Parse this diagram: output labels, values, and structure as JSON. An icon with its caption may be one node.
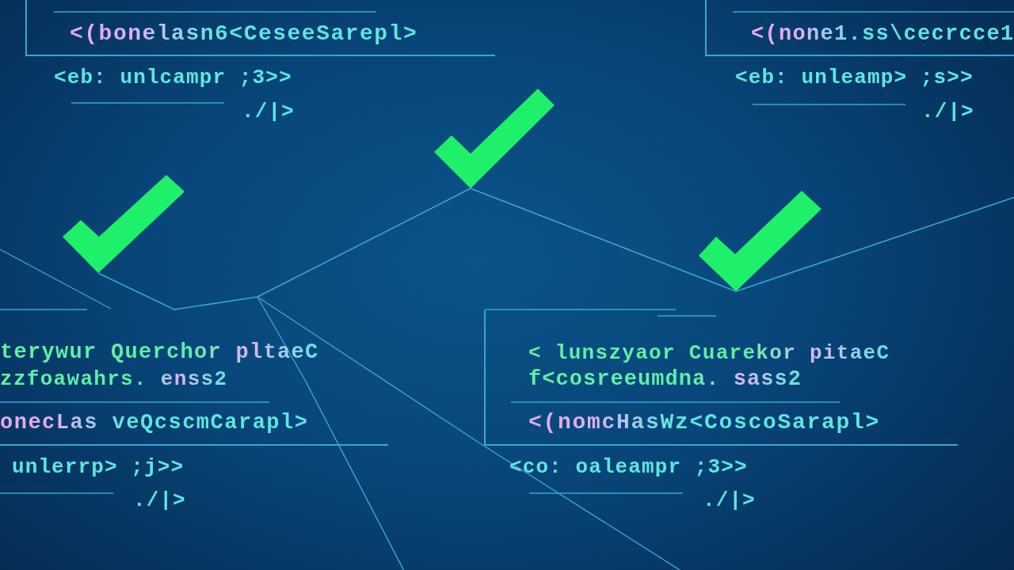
{
  "diagram": {
    "nodes": [
      {
        "text": [
          "<(bonelasn6<CeseeSarepl>"
        ]
      },
      {
        "text": [
          "<(none1.ss\\cecrcce1"
        ]
      },
      {
        "text": [],
        "shape": "checkmark"
      },
      {
        "text": [],
        "shape": "checkmark"
      },
      {
        "text": [],
        "shape": "checkmark"
      },
      {
        "text": [
          "terywur Querchor pltaeC",
          "zzfoawahrs. enss2",
          "onecLas veQcscmCarapl>"
        ]
      },
      {
        "text": [
          "< lunszyaor Cuarekor pitaeC",
          "f<cosreeumdna. sass2",
          "<(nomcHasWz<CoscoSarapl>"
        ]
      }
    ],
    "edges": [
      {
        "from": 2,
        "to": 3,
        "arrow": "none"
      },
      {
        "from": 3,
        "to": 4,
        "arrow": "none"
      },
      {
        "from": 4,
        "to": null,
        "arrow": "none"
      }
    ],
    "labels": [
      "<eb: unlcampr ;3>>",
      "<eb: unleamp> ;s>>",
      "./|>",
      "./|>",
      "unlerrp> ;j>>",
      "<co: oaleampr ;3>>",
      "./|>",
      "./|>"
    ]
  }
}
